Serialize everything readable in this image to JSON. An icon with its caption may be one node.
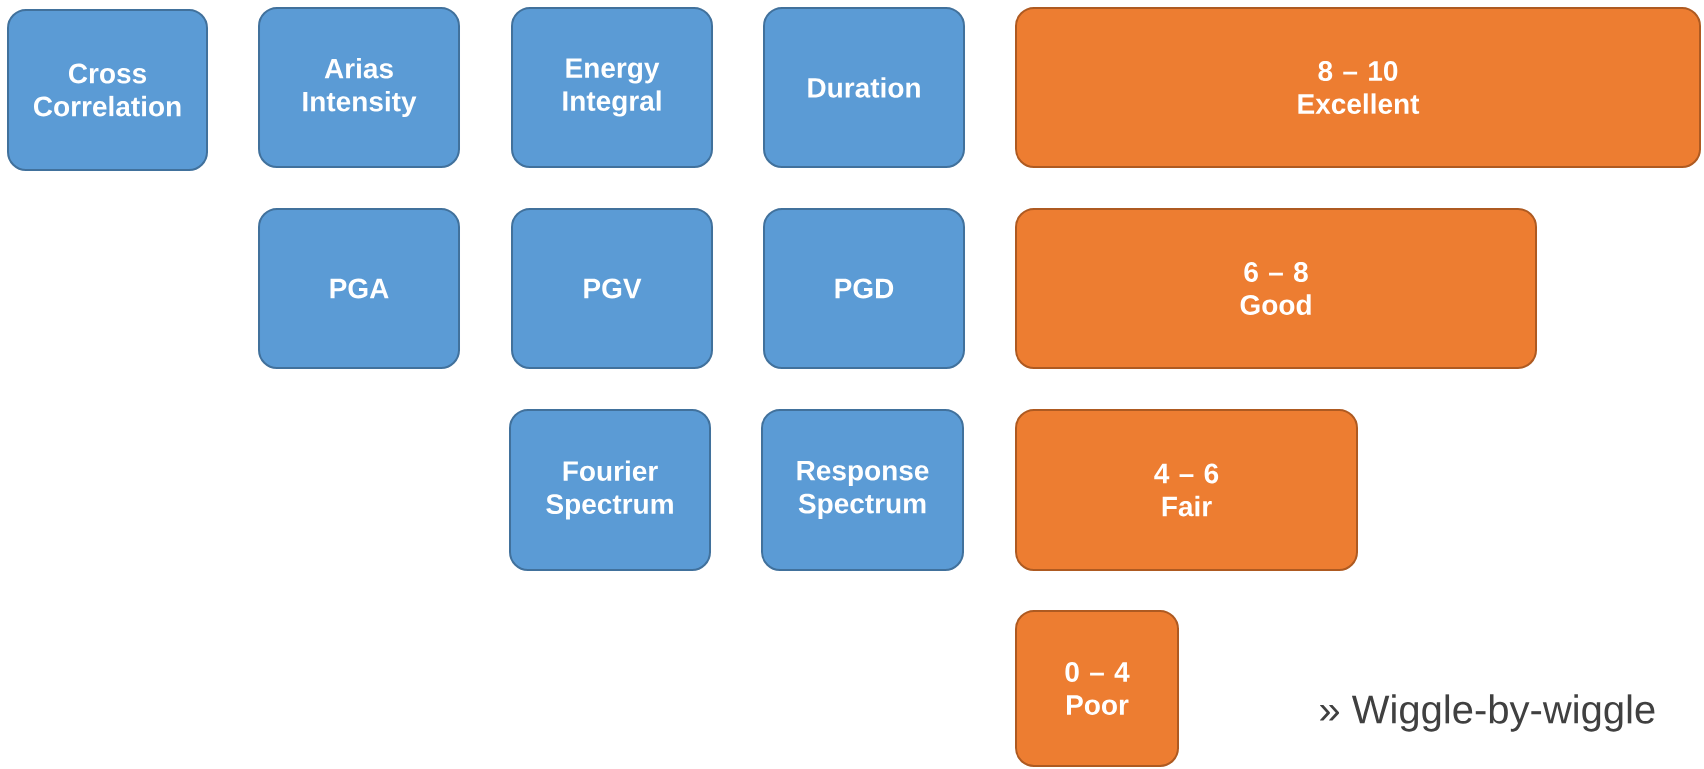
{
  "diagram": {
    "nodes": [
      {
        "text": [
          "Cross Correlation"
        ]
      },
      {
        "text": [
          "Arias Intensity"
        ]
      },
      {
        "text": [
          "Energy Integral"
        ]
      },
      {
        "text": [
          "Duration"
        ]
      },
      {
        "text": [
          "8 – 10",
          "Excellent"
        ]
      },
      {
        "text": [
          "PGA"
        ]
      },
      {
        "text": [
          "PGV"
        ]
      },
      {
        "text": [
          "PGD"
        ]
      },
      {
        "text": [
          "6 – 8",
          "Good"
        ]
      },
      {
        "text": [
          "Fourier Spectrum"
        ]
      },
      {
        "text": [
          "Response Spectrum"
        ]
      },
      {
        "text": [
          "4 – 6",
          "Fair"
        ]
      },
      {
        "text": [
          "0 – 4",
          "Poor"
        ]
      }
    ],
    "labels": [
      "» Wiggle-by-wiggle"
    ]
  }
}
